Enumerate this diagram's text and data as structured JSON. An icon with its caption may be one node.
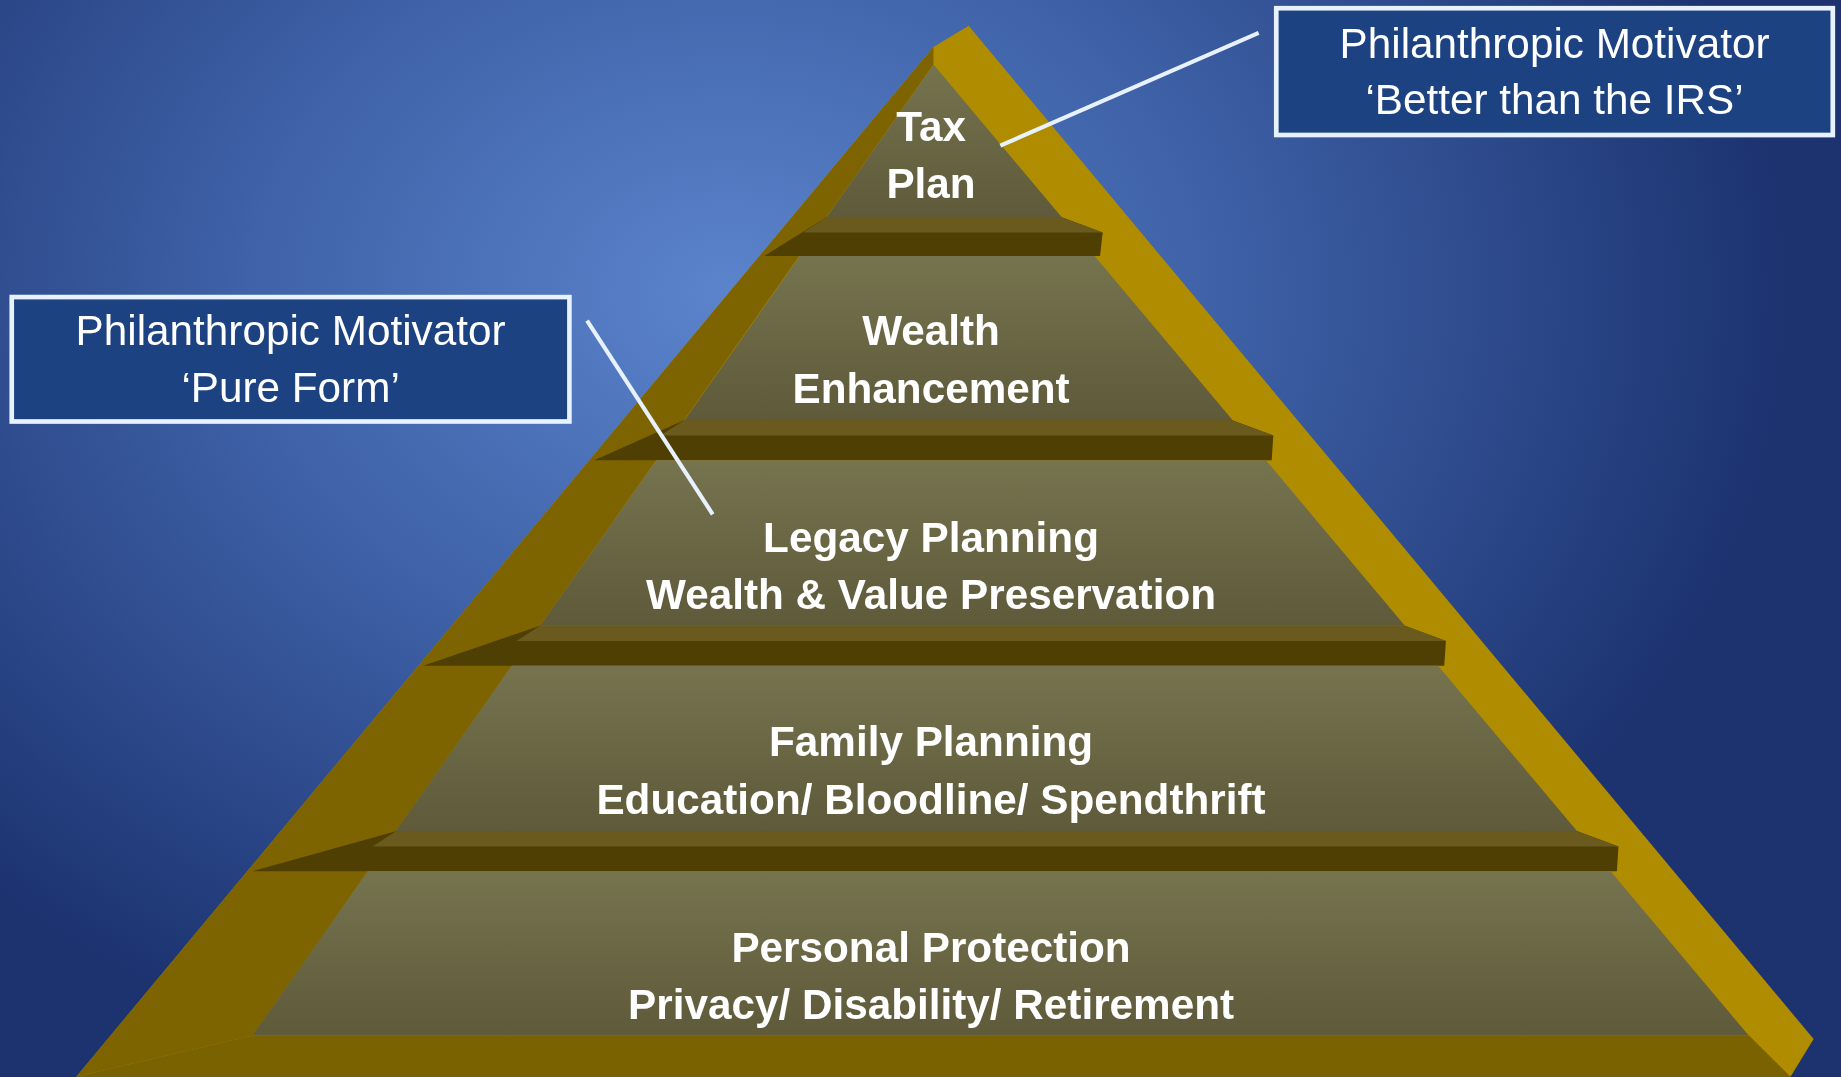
{
  "diagram": {
    "nodes": [
      {
        "text": [
          "Philanthropic Motivator",
          "‘Better than the IRS’"
        ]
      },
      {
        "text": [
          "Tax Plan"
        ]
      },
      {
        "text": [
          "Philanthropic Motivator",
          "‘Pure Form’"
        ]
      },
      {
        "text": [
          "Wealth Enhancement"
        ]
      },
      {
        "text": [
          "Legacy Planning",
          "Wealth & Value Preservation"
        ]
      },
      {
        "text": [
          "Family Planning",
          "Education/ Bloodline/ Spendthrift"
        ]
      },
      {
        "text": [
          "Personal Protection",
          "Privacy/ Disability/ Retirement"
        ]
      }
    ],
    "edges": [
      {
        "from": 0,
        "to": 1,
        "arrow": "none"
      },
      {
        "from": 2,
        "to": 4,
        "arrow": "none"
      }
    ]
  }
}
